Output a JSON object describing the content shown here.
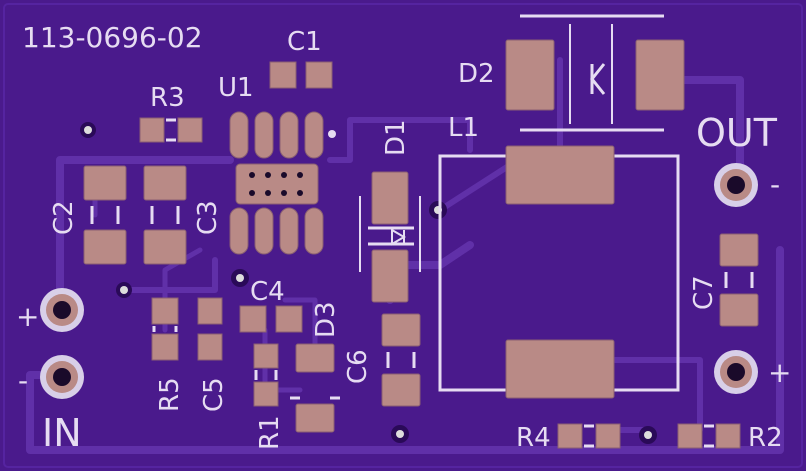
{
  "board": {
    "part_number": "113-0696-02",
    "colors": {
      "soldermask": "#4a1a8c",
      "copper_under_mask": "#6030a8",
      "silkscreen": "#e6dcf2",
      "pad": "#b98a86"
    }
  },
  "labels": {
    "c1": "C1",
    "c2": "C2",
    "c3": "C3",
    "c4": "C4",
    "c5": "C5",
    "c6": "C6",
    "c7": "C7",
    "r1": "R1",
    "r2": "R2",
    "r3": "R3",
    "r4": "R4",
    "r5": "R5",
    "u1": "U1",
    "d1": "D1",
    "d2": "D2",
    "d3": "D3",
    "l1": "L1",
    "out": "OUT",
    "in": "IN",
    "in_plus": "+",
    "in_minus": "-",
    "out_plus": "+",
    "out_minus": "-"
  }
}
